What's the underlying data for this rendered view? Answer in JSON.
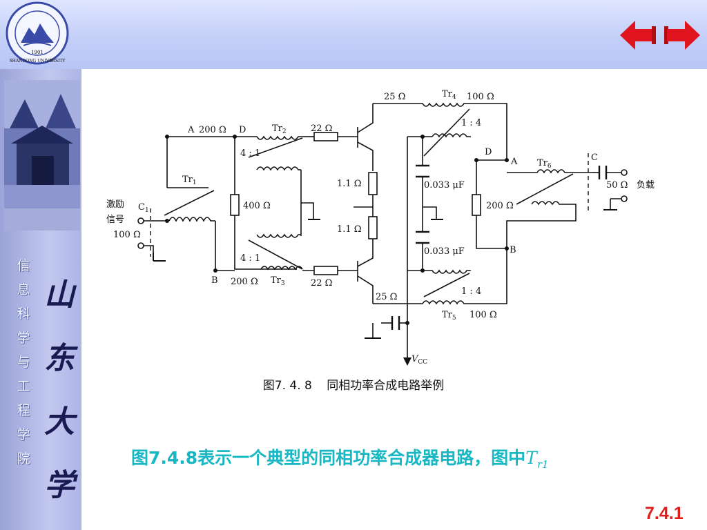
{
  "header": {
    "logo": {
      "icon": "shandong-university-seal-icon",
      "year": "1901",
      "name": "SHANDONG UNIVERSITY"
    },
    "nav": {
      "prev_icon": "arrow-left-icon",
      "next_icon": "arrow-right-icon",
      "color": "#e0141e"
    }
  },
  "sidebar": {
    "photo_icon": "campus-gate-photo-icon",
    "department_chars": [
      "信",
      "息",
      "科",
      "学",
      "与",
      "工",
      "程",
      "学",
      "院"
    ],
    "university_chars": [
      "山",
      "东",
      "大",
      "学"
    ]
  },
  "figure": {
    "labels": {
      "A": "A",
      "B": "B",
      "C": "C",
      "D": "D",
      "C1_sub": "1",
      "r200": "200 Ω",
      "r400": "400 Ω",
      "r22": "22 Ω",
      "r11": "1.1 Ω",
      "r25": "25 Ω",
      "r100": "100 Ω",
      "r50": "50 Ω",
      "load": "负载",
      "ratio41": "4 : 1",
      "ratio14": "1 : 4",
      "cap": "0.033 μF",
      "excite": "激励",
      "signal": "信号",
      "tr": "Tr",
      "tr1_sub": "1",
      "tr2_sub": "2",
      "tr3_sub": "3",
      "tr4_sub": "4",
      "tr5_sub": "5",
      "tr6_sub": "6",
      "vcc": "V",
      "vcc_sub": "CC"
    }
  },
  "caption": {
    "number": "图7. 4. 8",
    "title": "同相功率合成电路举例"
  },
  "description": {
    "text": "图7.4.8表示一个典型的同相功率合成器电路，图中",
    "var": "T",
    "sub": "r1",
    "color": "#17b7c4"
  },
  "page_number": "7.4.1"
}
